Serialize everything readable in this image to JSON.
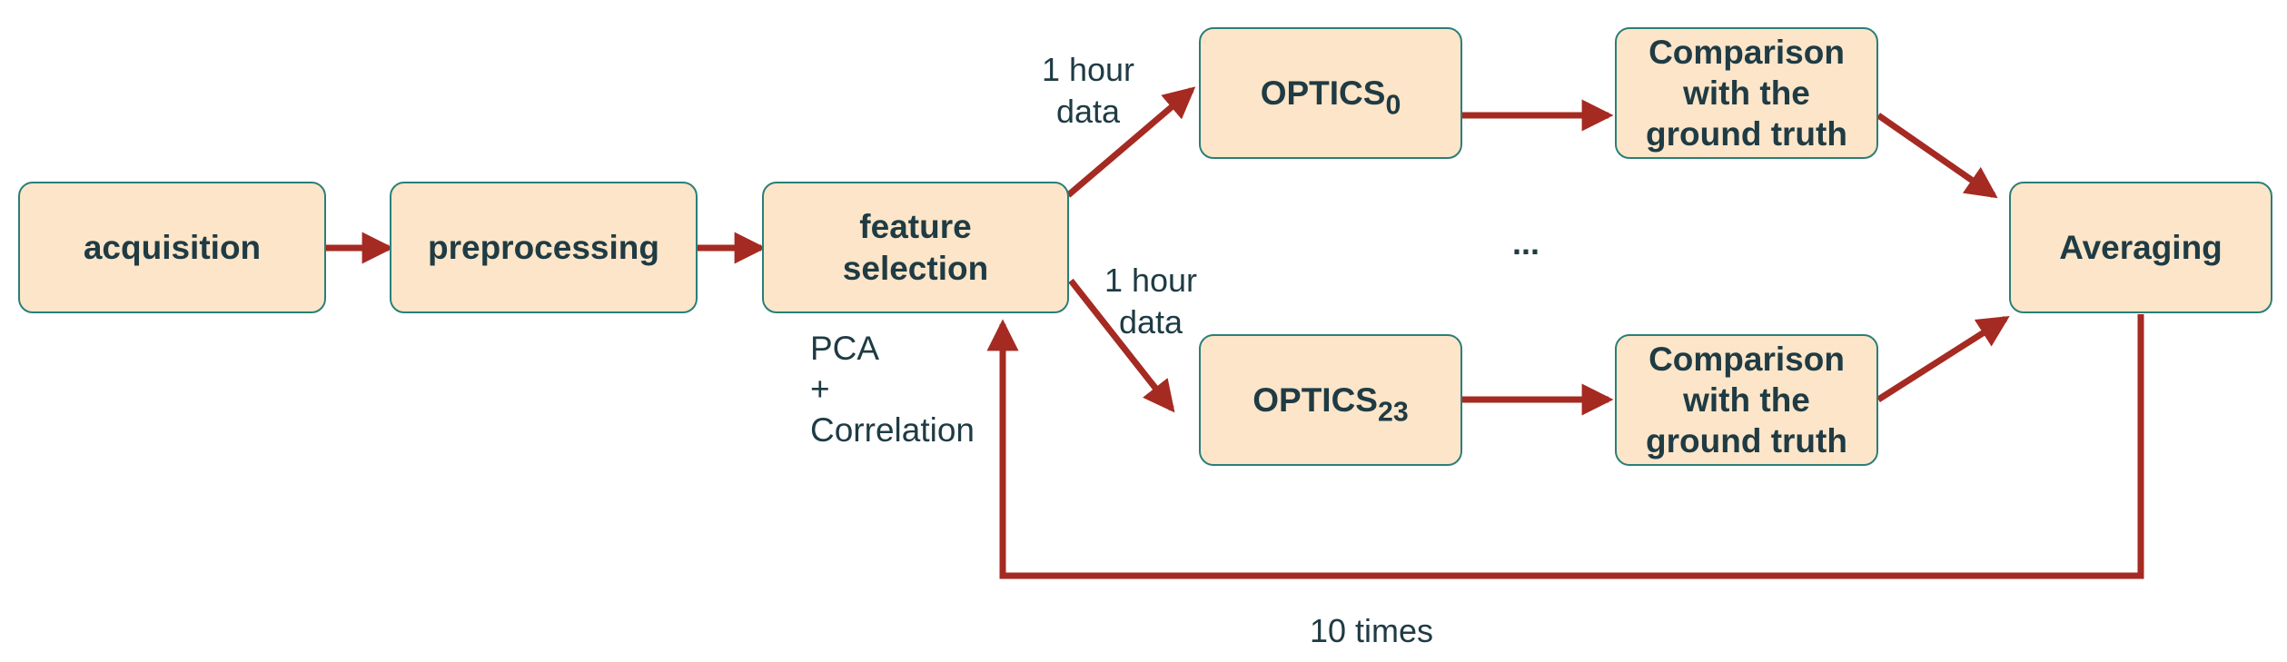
{
  "nodes": {
    "acquisition": "acquisition",
    "preprocessing": "preprocessing",
    "feature_selection": [
      "feature",
      "selection"
    ],
    "optics_first": {
      "base": "OPTICS",
      "sub": "0"
    },
    "optics_last": {
      "base": "OPTICS",
      "sub": "23"
    },
    "comparison_top": [
      "Comparison",
      "with the",
      "ground truth"
    ],
    "comparison_bottom": [
      "Comparison",
      "with the",
      "ground truth"
    ],
    "averaging": "Averaging"
  },
  "labels": {
    "data_top": [
      "1 hour",
      "data"
    ],
    "data_bottom": [
      "1 hour",
      "data"
    ],
    "methods": [
      "PCA",
      "+",
      "Correlation"
    ],
    "ellipsis": "...",
    "loop": "10 times"
  },
  "colors": {
    "box_fill": "#fce5c8",
    "box_border": "#2a7f78",
    "arrow": "#a52a22",
    "text": "#1f3b44"
  }
}
